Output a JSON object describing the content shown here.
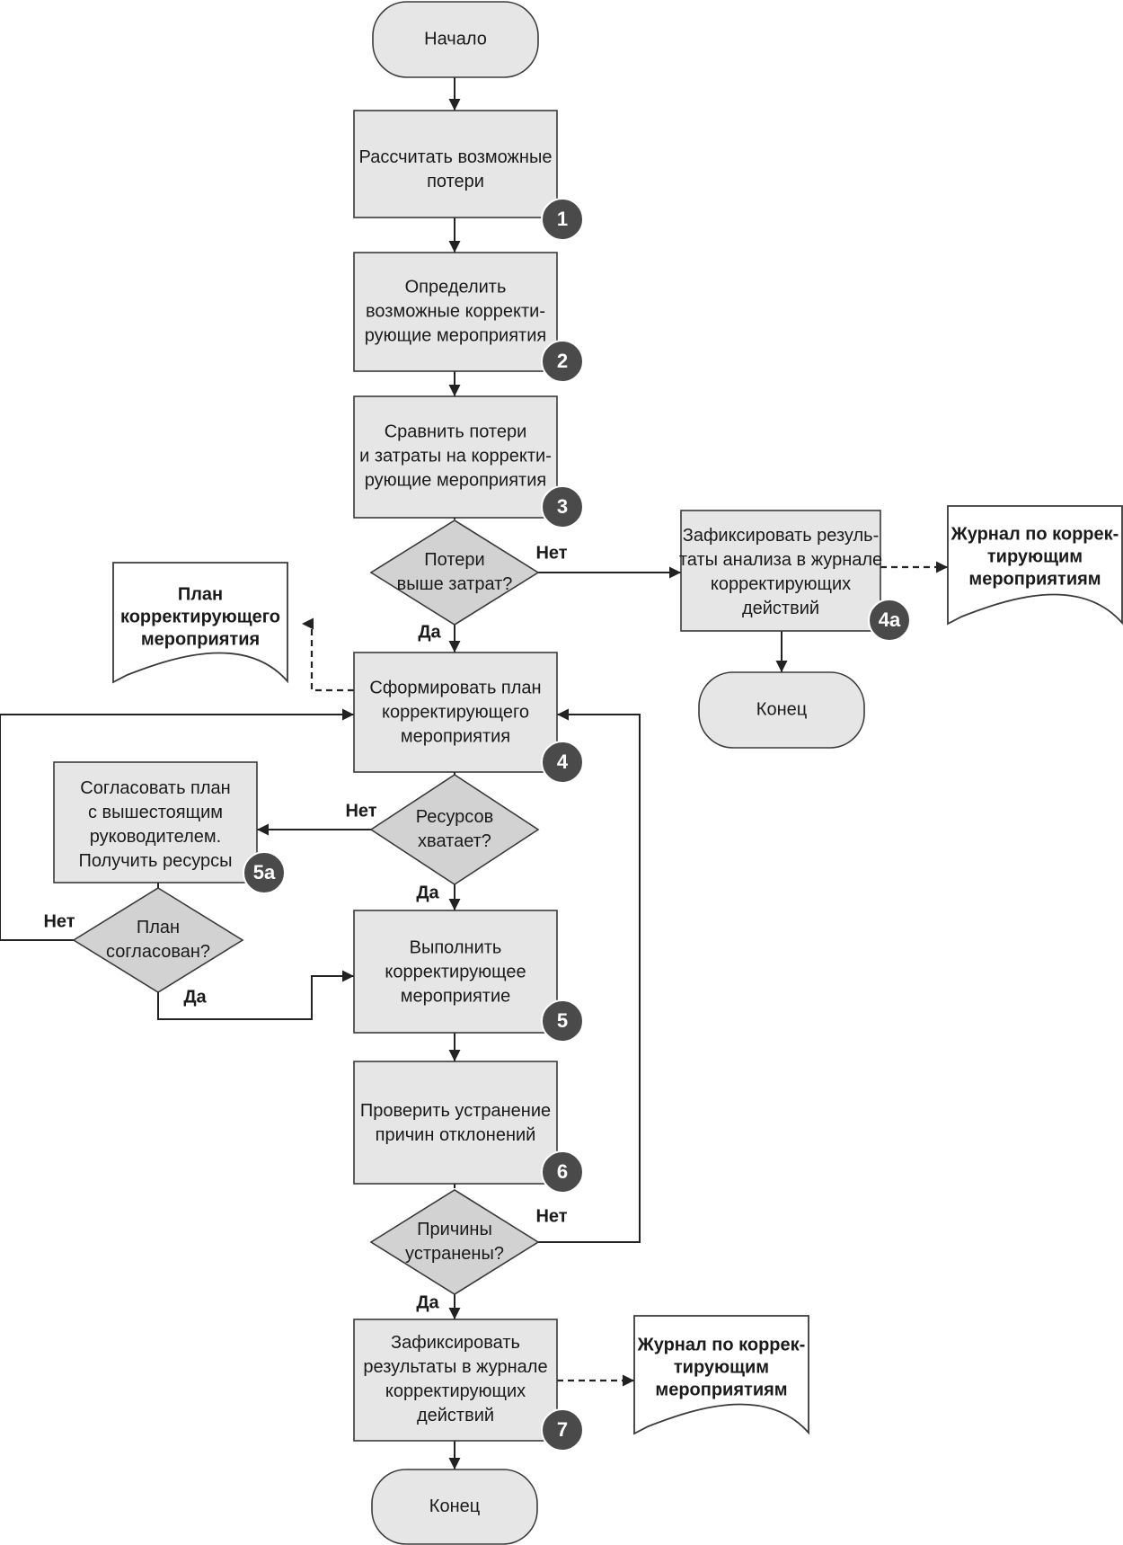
{
  "colors": {
    "process_fill": "#e6e6e6",
    "decision_fill": "#d2d2d2",
    "badge_fill": "#4a4a4a",
    "line": "#222222"
  },
  "nodes": {
    "start": [
      "Начало"
    ],
    "step1": [
      "Рассчитать возможные",
      "потери"
    ],
    "step2": [
      "Определить",
      "возможные корректи-",
      "рующие мероприятия"
    ],
    "step3": [
      "Сравнить потери",
      "и затраты на корректи-",
      "рующие мероприятия"
    ],
    "decision_losses": [
      "Потери",
      "выше затрат?"
    ],
    "step4a": [
      "Зафиксировать резуль-",
      "таты анализа в журнале",
      "корректирующих",
      "действий"
    ],
    "doc_journal_top": [
      "Журнал по коррек-",
      "тирующим",
      "мероприятиям"
    ],
    "end_right": [
      "Конец"
    ],
    "doc_plan": [
      "План",
      "корректирующего",
      "мероприятия"
    ],
    "step4": [
      "Сформировать план",
      "корректирующего",
      "мероприятия"
    ],
    "decision_resources": [
      "Ресурсов",
      "хватает?"
    ],
    "step5a": [
      "Согласовать план",
      "с вышестоящим",
      "руководителем.",
      "Получить ресурсы"
    ],
    "decision_plan": [
      "План",
      "согласован?"
    ],
    "step5": [
      "Выполнить",
      "корректирующее",
      "мероприятие"
    ],
    "step6": [
      "Проверить устранение",
      "причин отклонений"
    ],
    "decision_causes": [
      "Причины",
      "устранены?"
    ],
    "step7": [
      "Зафиксировать",
      "результаты в журнале",
      "корректирующих",
      "действий"
    ],
    "doc_journal_bottom": [
      "Журнал по коррек-",
      "тирующим",
      "мероприятиям"
    ],
    "end_bottom": [
      "Конец"
    ]
  },
  "badges": {
    "step1": "1",
    "step2": "2",
    "step3": "3",
    "step4a": "4а",
    "step4": "4",
    "step5a": "5а",
    "step5": "5",
    "step6": "6",
    "step7": "7"
  },
  "edge_labels": {
    "losses_no": "Нет",
    "losses_yes": "Да",
    "resources_no": "Нет",
    "resources_yes": "Да",
    "plan_no": "Нет",
    "plan_yes": "Да",
    "causes_no": "Нет",
    "causes_yes": "Да"
  }
}
